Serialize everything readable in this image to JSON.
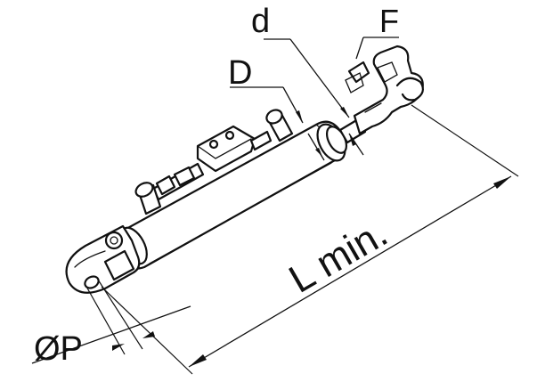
{
  "diagram": {
    "labels": {
      "rod_diameter": "d",
      "bore_diameter": "D",
      "hook_end": "F",
      "pin_diameter": "ØP",
      "min_length": "L min."
    }
  }
}
